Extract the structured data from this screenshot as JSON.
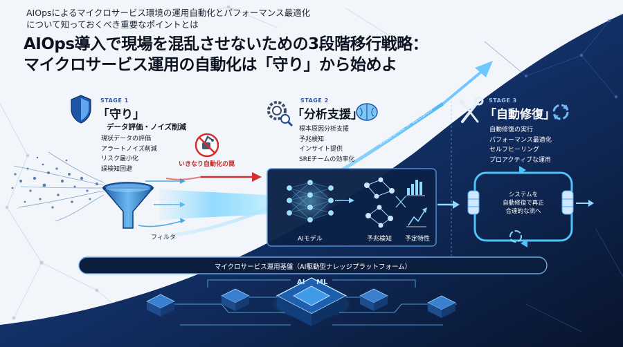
{
  "header": {
    "subtitle_line1": "AIOpsによるマイクロサービス環境の運用自動化とパフォーマンス最適化",
    "subtitle_line2": "について知っておくべき重要なポイントとは",
    "title_line1": "AIOps導入で現場を混乱させないための3段階移行戦略：",
    "title_line2": "マイクロサービス運用の自動化は「守り」から始めよ"
  },
  "stage1": {
    "label": "STAGE 1",
    "title": "「守り」",
    "subtitle": "データ評価・ノイズ削減",
    "items": [
      "現状データの評価",
      "アラートノイズ削減",
      "リスク最小化",
      "誤検知回避"
    ],
    "filter_label": "フィルタ"
  },
  "warning": {
    "label": "いきなり自動化の罠"
  },
  "stage2": {
    "label": "STAGE 2",
    "title": "「分析支援」",
    "items": [
      "根本原因分析支援",
      "予兆検知",
      "インサイト提供",
      "SREチームの効率化"
    ],
    "model_label": "AIモデル",
    "predict_label": "予兆検知",
    "trend_label": "予定特性"
  },
  "curve_label": "assurance × decision",
  "stage3": {
    "label": "STAGE 3",
    "title": "「自動修復」",
    "items": [
      "自動修復の実行",
      "パフォーマンス最適化",
      "セルフヒーリング",
      "プロアクティブな運用"
    ],
    "loop_text": [
      "システムを",
      "自動修復で再正",
      "合達的な流へ"
    ]
  },
  "platform": {
    "label": "マイクロサービス運用基盤（AI駆動型ナレッジプラットフォーム）",
    "chip_ai": "AI",
    "chip_ml": "ML"
  },
  "colors": {
    "navy": "#0c1e3e",
    "accent_blue": "#2f7fe0",
    "cyan": "#4fc3f7",
    "warning_red": "#d32f2f"
  }
}
